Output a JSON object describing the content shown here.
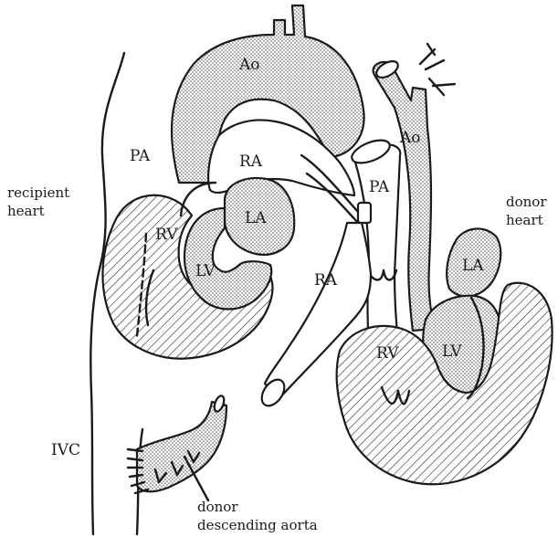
{
  "figure": {
    "side_labels": {
      "recipient_heart": [
        "recipient",
        "heart"
      ],
      "donor_heart": [
        "donor",
        "heart"
      ],
      "ivc": "IVC",
      "donor_descending_aorta": [
        "donor",
        "descending aorta"
      ]
    },
    "recipient_structures": {
      "aorta": "Ao",
      "pulmonary_artery": "PA",
      "right_atrium": "RA",
      "right_ventricle": "RV",
      "left_atrium": "LA",
      "left_ventricle": "LV"
    },
    "donor_structures": {
      "aorta": "Ao",
      "pulmonary_artery": "PA",
      "right_atrium": "RA",
      "right_ventricle": "RV",
      "left_atrium": "LA",
      "left_ventricle": "LV"
    },
    "fills": {
      "stipple_dot": "#555555",
      "hatch_line": "#333333",
      "ink": "#1a1a1a"
    }
  }
}
